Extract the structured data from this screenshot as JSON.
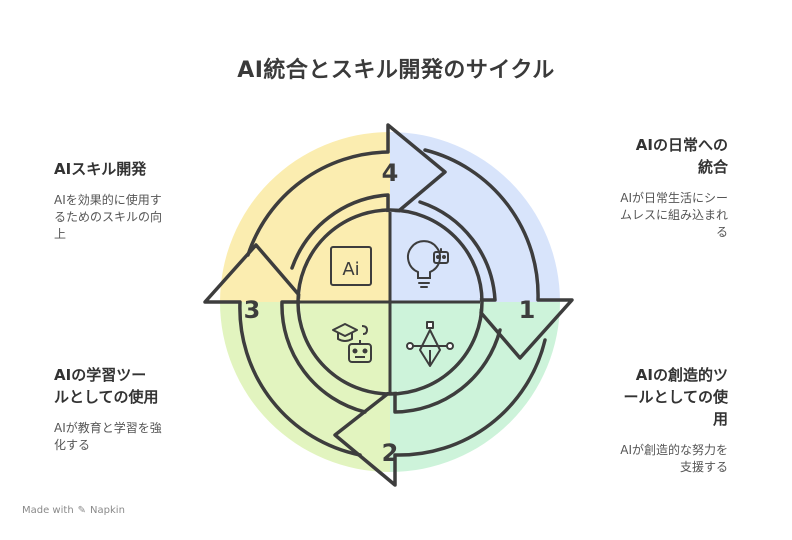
{
  "title": "AI統合とスキル開発のサイクル",
  "colors": {
    "yellow": "#fbedb0",
    "blue": "#d8e4fb",
    "green": "#cdf3da",
    "lime": "#e2f4bf",
    "outline": "#3d3d3d"
  },
  "steps": [
    {
      "number": "1",
      "heading_lines": [
        "AIの日常への",
        "統合"
      ],
      "desc_lines": [
        "AIが日常生活にシー",
        "ムレスに組み込まれ",
        "る"
      ],
      "icon": "lightbulb-robot-icon"
    },
    {
      "number": "2",
      "heading_lines": [
        "AIの創造的ツ",
        "ールとしての使",
        "用"
      ],
      "desc_lines": [
        "AIが創造的な努力を",
        "支援する"
      ],
      "icon": "pen-tool-icon"
    },
    {
      "number": "3",
      "heading_lines": [
        "AIの学習ツー",
        "ルとしての使用"
      ],
      "desc_lines": [
        "AIが教育と学習を強",
        "化する"
      ],
      "icon": "graduation-robot-icon"
    },
    {
      "number": "4",
      "heading_lines": [
        "AIスキル開発"
      ],
      "desc_lines": [
        "AIを効果的に使用す",
        "るためのスキルの向",
        "上"
      ],
      "icon": "ai-box-icon"
    }
  ],
  "center_icon_text": "Ai",
  "footer": {
    "prefix": "Made with",
    "brand": "Napkin"
  }
}
